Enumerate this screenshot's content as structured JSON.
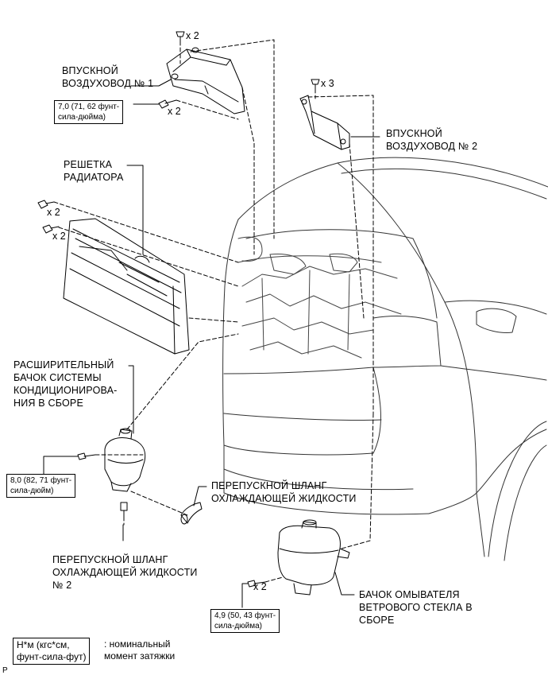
{
  "labels": {
    "intake_duct_1": [
      "ВПУСКНОЙ",
      "ВОЗДУХОВОД № 1"
    ],
    "intake_duct_2": [
      "ВПУСКНОЙ",
      "ВОЗДУХОВОД № 2"
    ],
    "radiator_grille": [
      "РЕШЕТКА",
      "РАДИАТОРА"
    ],
    "reservoir": [
      "РАСШИРИТЕЛЬНЫЙ",
      "БАЧОК СИСТЕМЫ",
      "КОНДИЦИОНИРОВА-",
      "НИЯ В СБОРЕ"
    ],
    "coolant_hose_1": [
      "ПЕРЕПУСКНОЙ ШЛАНГ",
      "ОХЛАЖДАЮЩЕЙ ЖИДКОСТИ"
    ],
    "coolant_hose_2": [
      "ПЕРЕПУСКНОЙ ШЛАНГ",
      "ОХЛАЖДАЮЩЕЙ ЖИДКОСТИ",
      "№ 2"
    ],
    "washer_tank": [
      "БАЧОК ОМЫВАТЕЛЯ",
      "ВЕТРОВОГО СТЕКЛА В",
      "СБОРЕ"
    ]
  },
  "torques": {
    "duct_1": [
      "7,0 (71, 62 фунт-",
      "сила-дюйма)"
    ],
    "reservoir": [
      "8,0 (82, 71 фунт-",
      "сила-дюйм)"
    ],
    "washer": [
      "4,9 (50, 43 фунт-",
      "сила-дюйма)"
    ]
  },
  "quantities": {
    "duct_1_top": "x 2",
    "duct_1_side": "x 2",
    "duct_2_top": "x 3",
    "grille_clip_1": "x 2",
    "grille_clip_2": "x 2",
    "washer_bolt": "x 2"
  },
  "legend": {
    "unit": [
      "Н*м (кгс*см,",
      "фунт-сила-фут)"
    ],
    "desc": [
      ": номинальный",
      "момент затяжки"
    ]
  },
  "figure_code": "P"
}
